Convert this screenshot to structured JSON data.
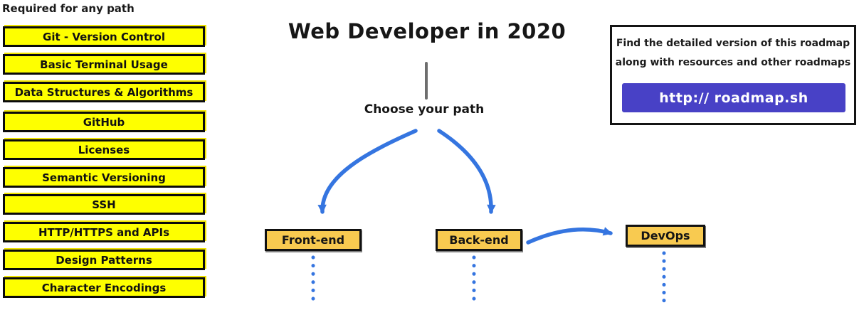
{
  "left_panel": {
    "header": "Required for any path",
    "items": [
      "Git - Version Control",
      "Basic Terminal Usage",
      "Data Structures & Algorithms",
      "GitHub",
      "Licenses",
      "Semantic Versioning",
      "SSH",
      "HTTP/HTTPS and APIs",
      "Design Patterns",
      "Character Encodings"
    ]
  },
  "center": {
    "title": "Web Developer in 2020",
    "choose_label": "Choose your path",
    "paths": [
      {
        "label": "Front-end"
      },
      {
        "label": "Back-end"
      },
      {
        "label": "DevOps"
      }
    ]
  },
  "info_box": {
    "line1": "Find the detailed version of this roadmap",
    "line2": "along with resources and other roadmaps",
    "button_label": "http:// roadmap.sh"
  },
  "colors": {
    "highlight_yellow": "#FEFF00",
    "path_orange": "#F8CA50",
    "arrow_blue": "#3575E0",
    "button_purple": "#4841C6",
    "stem_gray": "#6E6E6E"
  }
}
